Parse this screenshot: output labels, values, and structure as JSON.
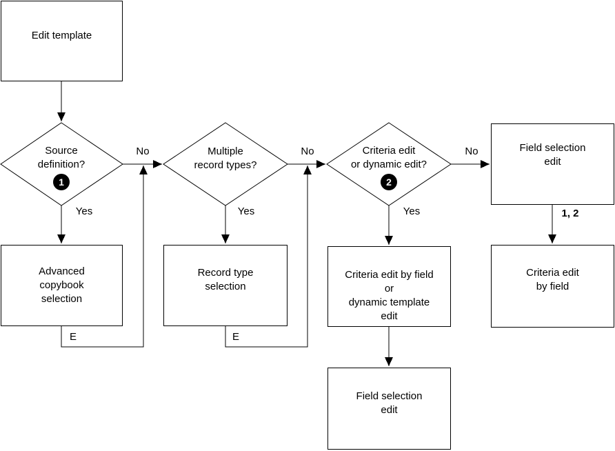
{
  "colors": {
    "line": "#000000",
    "background": "#ffffff",
    "badge_background": "#000000",
    "badge_text": "#ffffff"
  },
  "nodes": {
    "edit_template": {
      "lines": [
        "Edit template"
      ]
    },
    "source_definition": {
      "lines": [
        "Source",
        "definition?"
      ],
      "badge": "1"
    },
    "multiple_record_types": {
      "lines": [
        "Multiple",
        "record types?"
      ]
    },
    "criteria_or_dynamic": {
      "lines": [
        "Criteria edit",
        "or dynamic edit?"
      ],
      "badge": "2"
    },
    "field_selection_edit_top": {
      "lines": [
        "Field selection",
        "edit"
      ]
    },
    "advanced_copybook": {
      "lines": [
        "Advanced",
        "copybook",
        "selection"
      ]
    },
    "record_type_selection": {
      "lines": [
        "Record type",
        "selection"
      ]
    },
    "criteria_edit_by_field_or_dynamic": {
      "lines": [
        "Criteria edit by field",
        "or",
        "dynamic template",
        "edit"
      ]
    },
    "criteria_edit_by_field": {
      "lines": [
        "Criteria edit",
        "by field"
      ]
    },
    "field_selection_edit_bottom": {
      "lines": [
        "Field selection",
        "edit"
      ]
    }
  },
  "edge_labels": {
    "no_source": "No",
    "no_multiple": "No",
    "no_criteria": "No",
    "yes_source": "Yes",
    "yes_multiple": "Yes",
    "yes_criteria": "Yes",
    "exit_copybook": "E",
    "exit_record_type": "E",
    "one_two": "1, 2"
  }
}
